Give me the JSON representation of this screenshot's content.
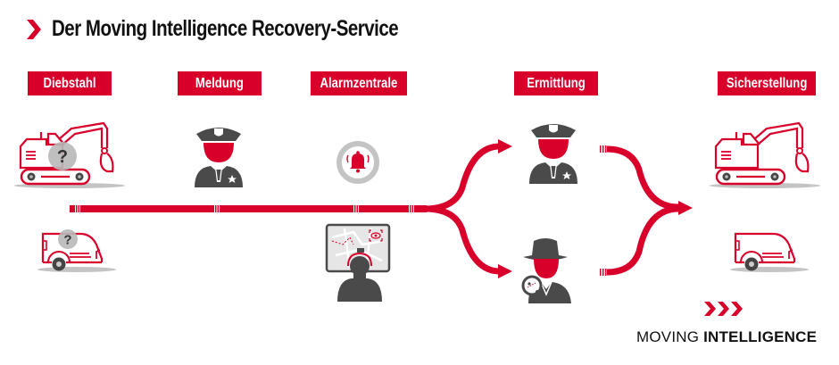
{
  "title": "Der Moving Intelligence Recovery-Service",
  "colors": {
    "accent": "#d8002a",
    "icon_gray": "#4a4a4a",
    "light_gray": "#c4c4c4"
  },
  "steps": [
    {
      "label": "Diebstahl",
      "icons": [
        "excavator-unknown-icon",
        "van-unknown-icon"
      ]
    },
    {
      "label": "Meldung",
      "icons": [
        "police-officer-icon"
      ]
    },
    {
      "label": "Alarmzentrale",
      "icons": [
        "alarm-bell-icon",
        "monitoring-operator-icon"
      ]
    },
    {
      "label": "Ermittlung",
      "icons": [
        "police-officer-icon",
        "detective-icon"
      ]
    },
    {
      "label": "Sicherstellung",
      "icons": [
        "excavator-icon",
        "van-icon"
      ]
    }
  ],
  "unknown_mark": "?",
  "brand": {
    "light": "MOVING ",
    "bold": "INTELLIGENCE"
  }
}
